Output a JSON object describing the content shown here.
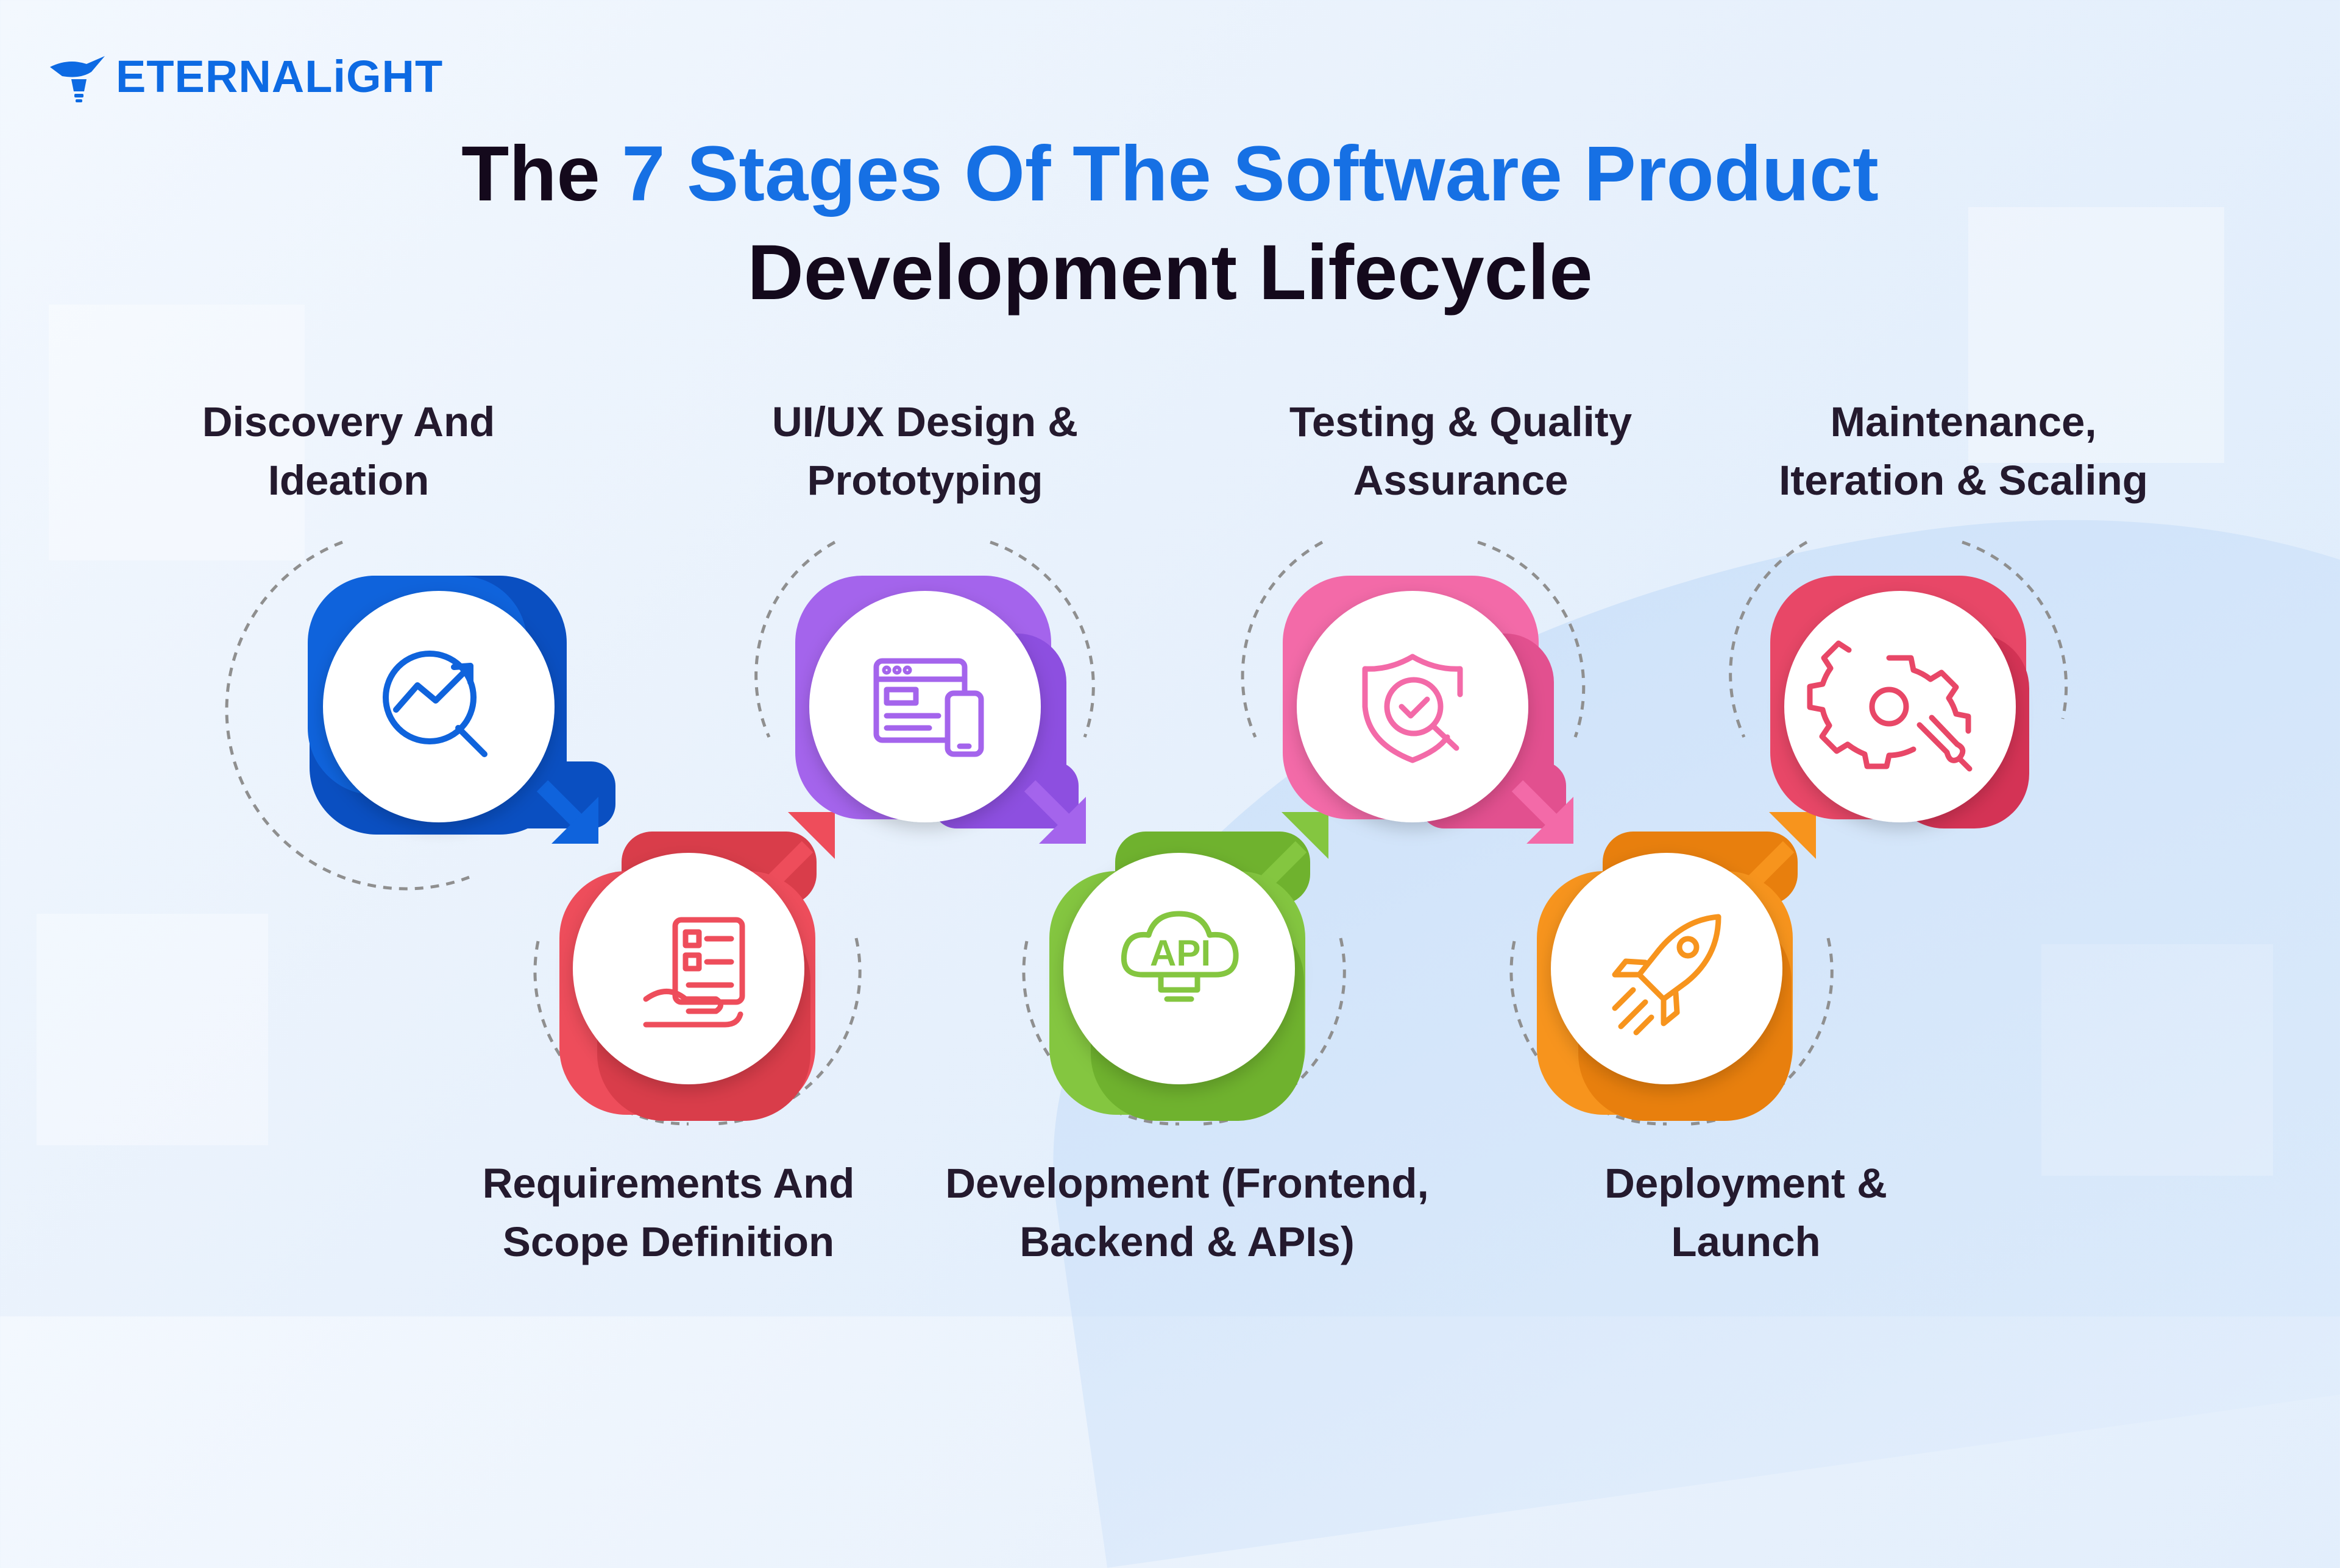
{
  "brand": {
    "name": "ETERNALiGHT",
    "color": "#0d6ae3"
  },
  "title": {
    "line1_prefix": "The",
    "line1_accent": "7 Stages Of The Software Product",
    "line2": "Development Lifecycle",
    "accent_color": "#1670e4"
  },
  "stages": [
    {
      "label_line1": "Discovery And",
      "label_line2": "Ideation",
      "icon": "analytics-search-icon",
      "color": "#0f63dc",
      "color_dark": "#0a4fc1"
    },
    {
      "label_line1": "Requirements And",
      "label_line2": "Scope Definition",
      "icon": "requirements-checklist-icon",
      "color": "#ee4d5b",
      "color_dark": "#d93d4a"
    },
    {
      "label_line1": "UI/UX Design &",
      "label_line2": "Prototyping",
      "icon": "ui-prototype-icon",
      "color": "#a464ec",
      "color_dark": "#8d4fe0"
    },
    {
      "label_line1": "Development (Frontend,",
      "label_line2": "Backend & APIs)",
      "icon": "api-cloud-icon",
      "color": "#84c640",
      "color_dark": "#6fb22e"
    },
    {
      "label_line1": "Testing & Quality",
      "label_line2": "Assurance",
      "icon": "security-test-icon",
      "color": "#f36aa8",
      "color_dark": "#e2508f"
    },
    {
      "label_line1": "Deployment &",
      "label_line2": "Launch",
      "icon": "rocket-icon",
      "color": "#f7941d",
      "color_dark": "#e87f0d"
    },
    {
      "label_line1": "Maintenance,",
      "label_line2": "Iteration & Scaling",
      "icon": "gear-wrench-icon",
      "color": "#e84767",
      "color_dark": "#d43355"
    }
  ]
}
